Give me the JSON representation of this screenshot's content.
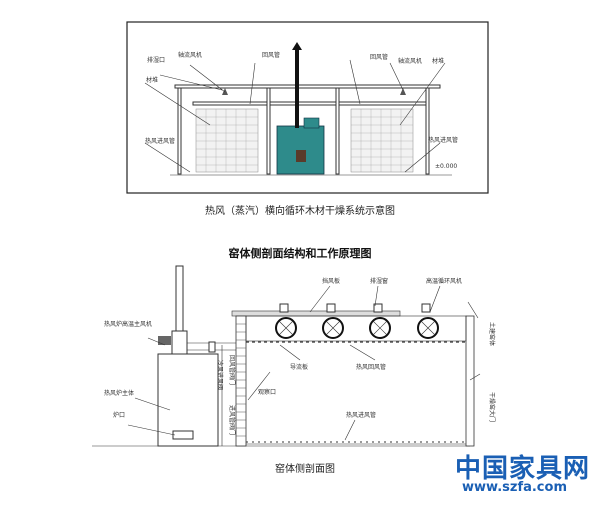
{
  "top_diagram": {
    "labels": {
      "exhaust_vent": "排湿口",
      "axial_fan_left": "轴流风机",
      "return_duct_left": "回风管",
      "return_duct_right": "回风管",
      "axial_fan_right": "轴流风机",
      "stack_left": "材堆",
      "stack_right": "材堆",
      "inlet_duct_left": "热风进风管",
      "inlet_duct_right": "热风进风管",
      "elevation": "±0.000"
    },
    "caption": "热风（蒸汽）横向循环木材干燥系统示意图",
    "furnace_color": "#2e8b8b"
  },
  "section_title": "窑体侧剖面结构和工作原理图",
  "bottom_diagram": {
    "labels": {
      "baffle": "挡风板",
      "exhaust_window": "排湿窗",
      "circ_fan": "高温循环风机",
      "main_fan": "热风炉高温主风机",
      "furnace_body": "热风炉主体",
      "furnace_door": "炉口",
      "return_valve": "回风管阀门",
      "cold_valve": "冷风进风阀",
      "inlet_valve": "进风管阀门",
      "guide_plate": "导流板",
      "return_duct": "热风回风管",
      "observe_port": "观察口",
      "inlet_duct": "热风进风管",
      "kiln_body": "土建窑体",
      "kiln_door": "干燥窑大门"
    },
    "caption": "窑体侧剖面图"
  },
  "watermark": {
    "name": "中国家具网",
    "url": "www.szfa.com",
    "color": "#1a5fb4"
  }
}
